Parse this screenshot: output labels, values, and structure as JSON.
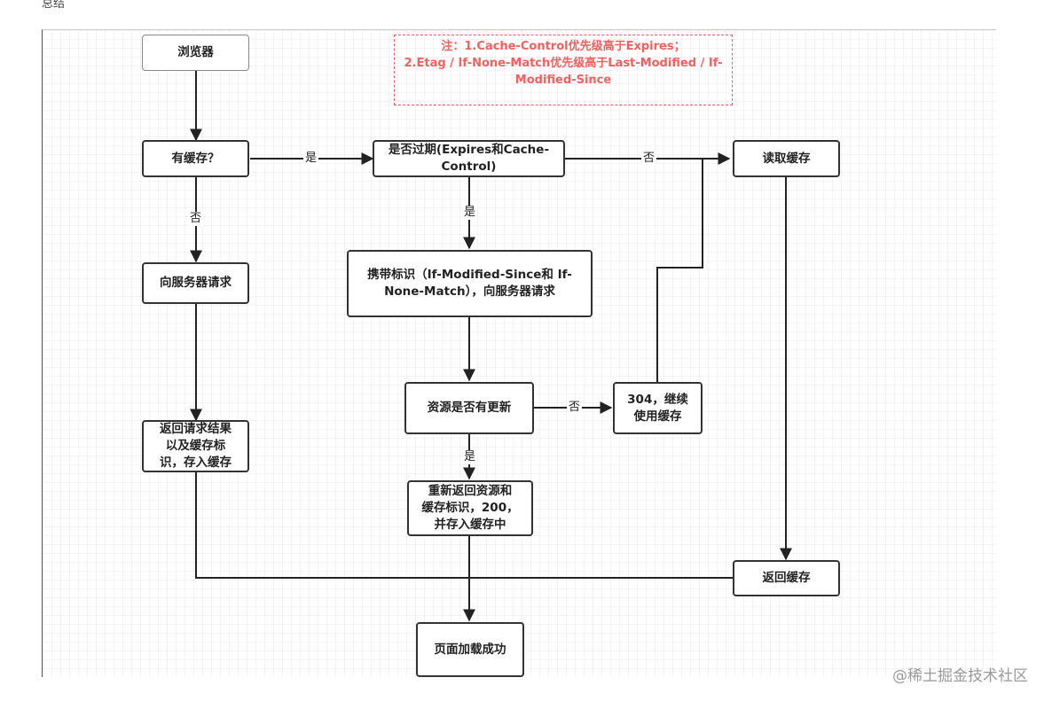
{
  "top_stub": "总结",
  "note": {
    "text": "注：1.Cache-Control优先级高于Expires；\n2.Etag / If-None-Match优先级高于Last-Modified / If-Modified-Since"
  },
  "nodes": {
    "browser": "浏览器",
    "has_cache": "有缓存？",
    "expired": "是否过期(Expires和Cache-Control)",
    "read_cache": "读取缓存",
    "request_server": "向服务器请求",
    "conditional_request": "携带标识（If-Modified-Since和 If-None-Match），向服务器请求",
    "resource_updated": "资源是否有更新",
    "not_modified": "304，继续\n使用缓存",
    "return_result": "返回请求结果\n以及缓存标\n识，存入缓存",
    "new_resource": "重新返回资源和\n缓存标识，200，\n并存入缓存中",
    "return_cache": "返回缓存",
    "page_loaded": "页面加载成功"
  },
  "edge_labels": {
    "yes": "是",
    "no": "否"
  },
  "watermark": "@稀土掘金技术社区"
}
